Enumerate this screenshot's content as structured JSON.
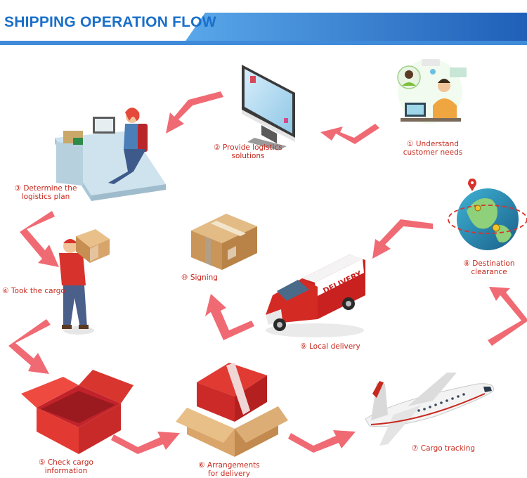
{
  "title": "SHIPPING OPERATION FLOW",
  "colors": {
    "accent": "#c8281e",
    "title": "#1a6fc9",
    "arrow": "#f06a73",
    "banner": "#2a77d0"
  },
  "steps": [
    {
      "num": "①",
      "line1": "Understand",
      "line2": "customer needs",
      "icon": "support-agent-icon"
    },
    {
      "num": "②",
      "line1": "Provide logistics",
      "line2": "solutions",
      "icon": "computer-monitor-icon"
    },
    {
      "num": "③",
      "line1": "Determine the",
      "line2": "logistics plan",
      "icon": "office-desk-icon"
    },
    {
      "num": "④",
      "line1": "Took the cargo",
      "line2": "",
      "icon": "courier-carrying-box-icon"
    },
    {
      "num": "⑤",
      "line1": "Check cargo",
      "line2": "information",
      "icon": "open-box-icon"
    },
    {
      "num": "⑥",
      "line1": "Arrangements",
      "line2": "for delivery",
      "icon": "packed-box-icon"
    },
    {
      "num": "⑦",
      "line1": "Cargo tracking",
      "line2": "",
      "icon": "airplane-icon"
    },
    {
      "num": "⑧",
      "line1": "Destination",
      "line2": "clearance",
      "icon": "globe-icon"
    },
    {
      "num": "⑨",
      "line1": "Local delivery",
      "line2": "",
      "icon": "delivery-van-icon"
    },
    {
      "num": "⑩",
      "line1": "Signing",
      "line2": "",
      "icon": "sealed-box-icon"
    }
  ],
  "van_text": "DELIVERY"
}
